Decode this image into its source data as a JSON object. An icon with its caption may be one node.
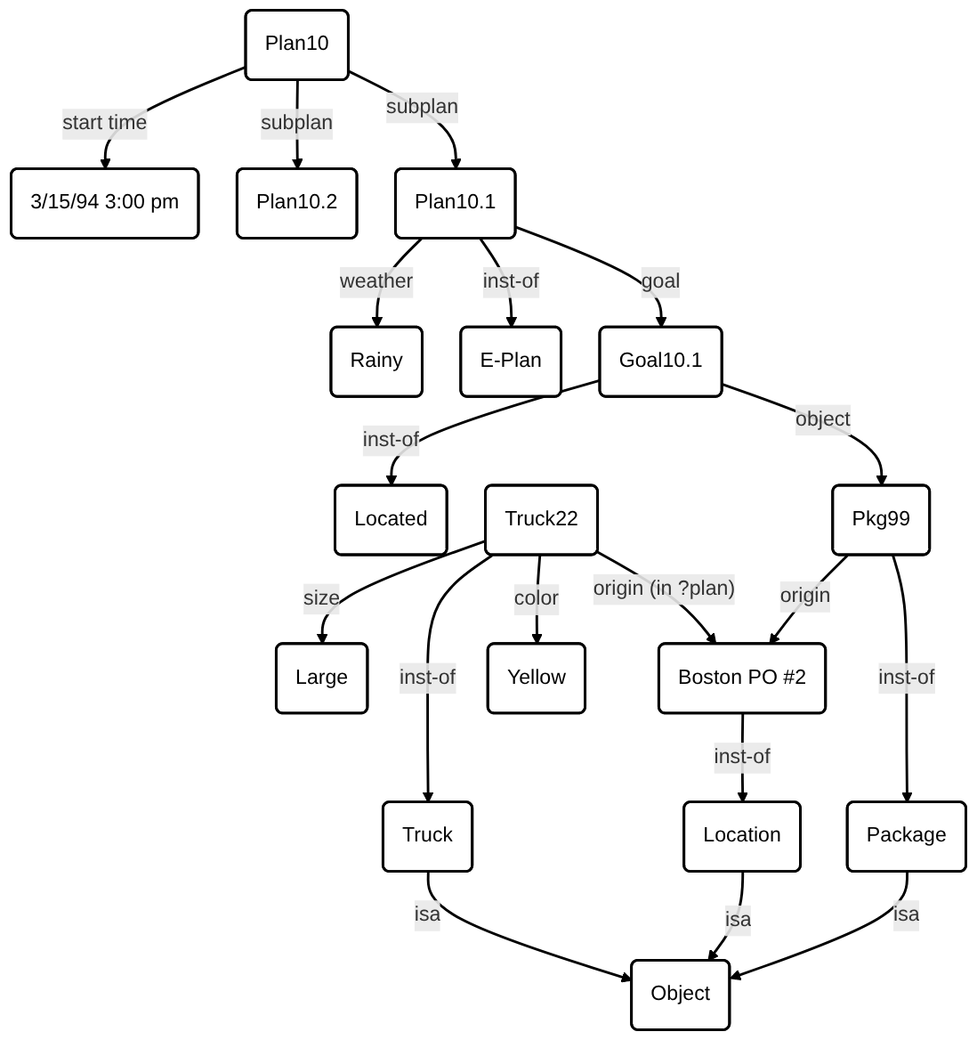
{
  "diagram": {
    "nodes": [
      {
        "text": [
          "3/15/94 3:00 pm"
        ]
      },
      {
        "text": [
          "Plan10"
        ]
      },
      {
        "text": [
          "Plan10.2"
        ]
      },
      {
        "text": [
          "Rainy"
        ]
      },
      {
        "text": [
          "E-Plan"
        ]
      },
      {
        "text": [
          "Located"
        ]
      },
      {
        "text": [
          "Large"
        ]
      },
      {
        "text": [
          "Plan10.1"
        ]
      },
      {
        "text": [
          "Goal10.1"
        ]
      },
      {
        "text": [
          "Truck22"
        ]
      },
      {
        "text": [
          "Boston PO #2"
        ]
      },
      {
        "text": [
          "Pkg99"
        ]
      },
      {
        "text": [
          "Truck"
        ]
      },
      {
        "text": [
          "Location"
        ]
      },
      {
        "text": [
          "Package"
        ]
      },
      {
        "text": [
          "Yellow"
        ]
      },
      {
        "text": [
          "Object"
        ]
      }
    ],
    "edges": [
      {
        "from": 1,
        "to": 0,
        "arrow": "to",
        "label": "start time"
      },
      {
        "from": 1,
        "to": 2,
        "arrow": "to",
        "label": "subplan"
      },
      {
        "from": 1,
        "to": 7,
        "arrow": "to",
        "label": "subplan"
      },
      {
        "from": 7,
        "to": 3,
        "arrow": "to",
        "label": "weather"
      },
      {
        "from": 7,
        "to": 4,
        "arrow": "to",
        "label": "inst-of"
      },
      {
        "from": 7,
        "to": 8,
        "arrow": "to",
        "label": "goal"
      },
      {
        "from": 8,
        "to": 5,
        "arrow": "to",
        "label": "inst-of"
      },
      {
        "from": 8,
        "to": 11,
        "arrow": "to",
        "label": "object"
      },
      {
        "from": 9,
        "to": 6,
        "arrow": "to",
        "label": "size"
      },
      {
        "from": 9,
        "to": 10,
        "arrow": "to",
        "label": "origin (in ?plan)"
      },
      {
        "from": 11,
        "to": 10,
        "arrow": "to",
        "label": "origin"
      },
      {
        "from": 9,
        "to": 12,
        "arrow": "to",
        "label": "inst-of"
      },
      {
        "from": 9,
        "to": 15,
        "arrow": "to",
        "label": "color"
      },
      {
        "from": 10,
        "to": 13,
        "arrow": "to",
        "label": "inst-of"
      },
      {
        "from": 11,
        "to": 14,
        "arrow": "to",
        "label": "inst-of"
      },
      {
        "from": 12,
        "to": 16,
        "arrow": "to",
        "label": "isa"
      },
      {
        "from": 13,
        "to": 16,
        "arrow": "to",
        "label": "isa"
      },
      {
        "from": 14,
        "to": 16,
        "arrow": "to",
        "label": "isa"
      }
    ]
  }
}
